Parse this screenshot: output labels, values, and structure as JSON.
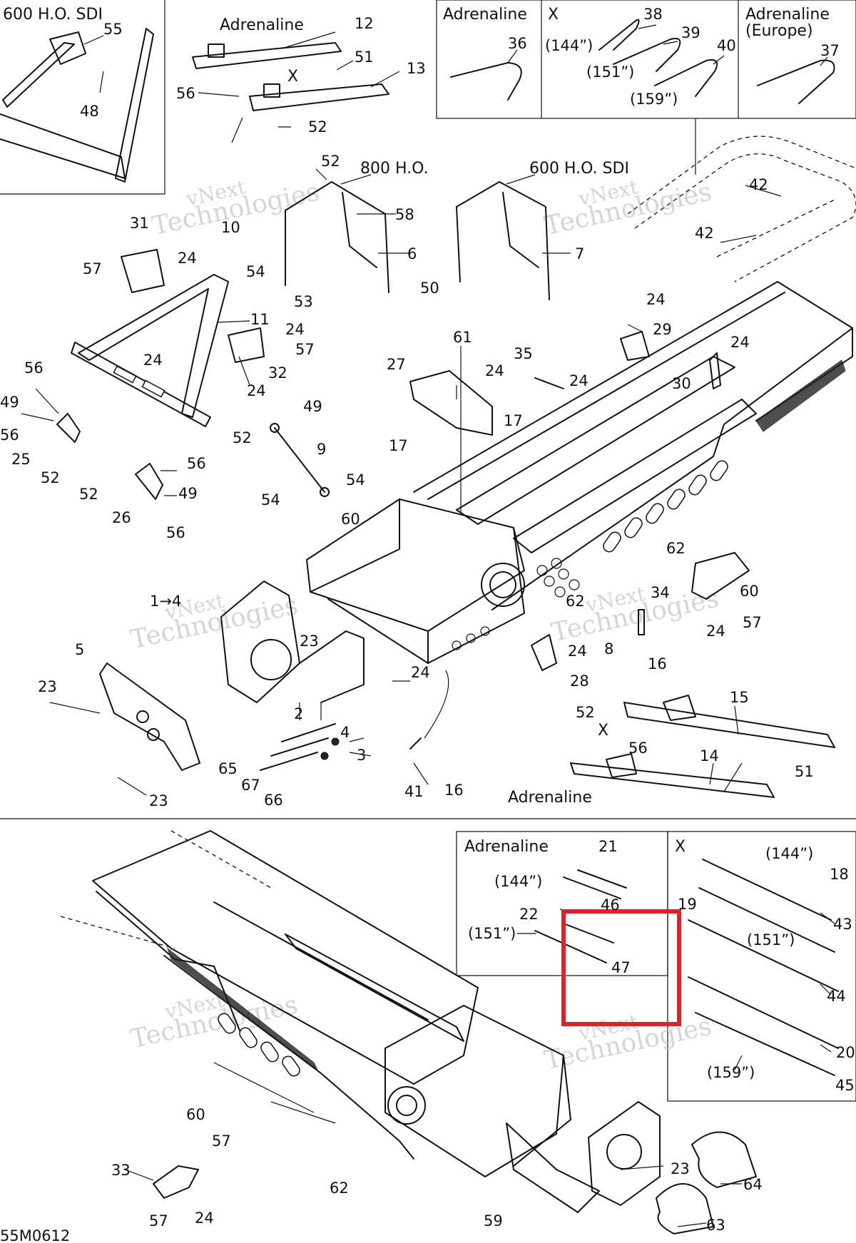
{
  "section_titles": {
    "sdi_600_top": "600 H.O. SDI",
    "adrenaline_top": "Adrenaline",
    "adrenaline_box": "Adrenaline",
    "x_box": "X",
    "adrenaline_europe_line1": "Adrenaline",
    "adrenaline_europe_line2": "(Europe)",
    "ho_800": "800 H.O.",
    "sdi_600_mid": "600 H.O. SDI",
    "adrenaline_bottom": "Adrenaline",
    "adrenaline_lower_box": "Adrenaline",
    "x_lower_box": "X"
  },
  "variant_markers": {
    "x_upper": "X",
    "x_lower": "X"
  },
  "sizes": {
    "s144_top": "(144”)",
    "s151_top": "(151”)",
    "s159_top": "(159”)",
    "s144_adr": "(144”)",
    "s151_adr": "(151”)",
    "s144_x": "(144”)",
    "s151_x": "(151”)",
    "s159_x": "(159”)"
  },
  "callouts": [
    {
      "id": "c55",
      "text": "55"
    },
    {
      "id": "c48",
      "text": "48"
    },
    {
      "id": "c12",
      "text": "12"
    },
    {
      "id": "c51a",
      "text": "51"
    },
    {
      "id": "c13",
      "text": "13"
    },
    {
      "id": "c56a",
      "text": "56"
    },
    {
      "id": "c52a",
      "text": "52"
    },
    {
      "id": "c36",
      "text": "36"
    },
    {
      "id": "c38",
      "text": "38"
    },
    {
      "id": "c39",
      "text": "39"
    },
    {
      "id": "c40",
      "text": "40"
    },
    {
      "id": "c37",
      "text": "37"
    },
    {
      "id": "c52b",
      "text": "52"
    },
    {
      "id": "c10",
      "text": "10"
    },
    {
      "id": "c58",
      "text": "58"
    },
    {
      "id": "c6",
      "text": "6"
    },
    {
      "id": "c54a",
      "text": "54"
    },
    {
      "id": "c53",
      "text": "53"
    },
    {
      "id": "c50",
      "text": "50"
    },
    {
      "id": "c7",
      "text": "7"
    },
    {
      "id": "c42a",
      "text": "42"
    },
    {
      "id": "c42b",
      "text": "42"
    },
    {
      "id": "c31",
      "text": "31"
    },
    {
      "id": "c57a",
      "text": "57"
    },
    {
      "id": "c24a",
      "text": "24"
    },
    {
      "id": "c11",
      "text": "11"
    },
    {
      "id": "c24b",
      "text": "24"
    },
    {
      "id": "c57b",
      "text": "57"
    },
    {
      "id": "c24c",
      "text": "24"
    },
    {
      "id": "c32",
      "text": "32"
    },
    {
      "id": "c24d",
      "text": "24"
    },
    {
      "id": "c24e",
      "text": "24"
    },
    {
      "id": "c29",
      "text": "29"
    },
    {
      "id": "c24f",
      "text": "24"
    },
    {
      "id": "c61",
      "text": "61"
    },
    {
      "id": "c27",
      "text": "27"
    },
    {
      "id": "c24g",
      "text": "24"
    },
    {
      "id": "c35",
      "text": "35"
    },
    {
      "id": "c24h",
      "text": "24"
    },
    {
      "id": "c30",
      "text": "30"
    },
    {
      "id": "c56b",
      "text": "56"
    },
    {
      "id": "c49a",
      "text": "49"
    },
    {
      "id": "c56c",
      "text": "56"
    },
    {
      "id": "c25",
      "text": "25"
    },
    {
      "id": "c52c",
      "text": "52"
    },
    {
      "id": "c49b",
      "text": "49"
    },
    {
      "id": "c52d",
      "text": "52"
    },
    {
      "id": "c9",
      "text": "9"
    },
    {
      "id": "c17a",
      "text": "17"
    },
    {
      "id": "c17b",
      "text": "17"
    },
    {
      "id": "c56d",
      "text": "56"
    },
    {
      "id": "c52e",
      "text": "52"
    },
    {
      "id": "c49c",
      "text": "49"
    },
    {
      "id": "c26",
      "text": "26"
    },
    {
      "id": "c56e",
      "text": "56"
    },
    {
      "id": "c54b",
      "text": "54"
    },
    {
      "id": "c54c",
      "text": "54"
    },
    {
      "id": "c60a",
      "text": "60"
    },
    {
      "id": "c62a",
      "text": "62"
    },
    {
      "id": "c34",
      "text": "34"
    },
    {
      "id": "c60b",
      "text": "60"
    },
    {
      "id": "c57c",
      "text": "57"
    },
    {
      "id": "c24i",
      "text": "24"
    },
    {
      "id": "c1_4",
      "text": "1→4"
    },
    {
      "id": "c23a",
      "text": "23"
    },
    {
      "id": "c5",
      "text": "5"
    },
    {
      "id": "c62b",
      "text": "62"
    },
    {
      "id": "c8",
      "text": "8"
    },
    {
      "id": "c16a",
      "text": "16"
    },
    {
      "id": "c24j",
      "text": "24"
    },
    {
      "id": "c28",
      "text": "28"
    },
    {
      "id": "c24k",
      "text": "24"
    },
    {
      "id": "c23b",
      "text": "23"
    },
    {
      "id": "c2",
      "text": "2"
    },
    {
      "id": "c4",
      "text": "4"
    },
    {
      "id": "c3",
      "text": "3"
    },
    {
      "id": "c65",
      "text": "65"
    },
    {
      "id": "c67",
      "text": "67"
    },
    {
      "id": "c66",
      "text": "66"
    },
    {
      "id": "c23c",
      "text": "23"
    },
    {
      "id": "c15",
      "text": "15"
    },
    {
      "id": "c52f",
      "text": "52"
    },
    {
      "id": "c56f",
      "text": "56"
    },
    {
      "id": "c14",
      "text": "14"
    },
    {
      "id": "c51b",
      "text": "51"
    },
    {
      "id": "c41",
      "text": "41"
    },
    {
      "id": "c16b",
      "text": "16"
    },
    {
      "id": "c21",
      "text": "21"
    },
    {
      "id": "c46",
      "text": "46"
    },
    {
      "id": "c22",
      "text": "22"
    },
    {
      "id": "c47",
      "text": "47"
    },
    {
      "id": "c18",
      "text": "18"
    },
    {
      "id": "c19",
      "text": "19"
    },
    {
      "id": "c43",
      "text": "43"
    },
    {
      "id": "c44",
      "text": "44"
    },
    {
      "id": "c20",
      "text": "20"
    },
    {
      "id": "c45",
      "text": "45"
    },
    {
      "id": "c60c",
      "text": "60"
    },
    {
      "id": "c57d",
      "text": "57"
    },
    {
      "id": "c33",
      "text": "33"
    },
    {
      "id": "c57e",
      "text": "57"
    },
    {
      "id": "c24l",
      "text": "24"
    },
    {
      "id": "c62c",
      "text": "62"
    },
    {
      "id": "c59",
      "text": "59"
    },
    {
      "id": "c23d",
      "text": "23"
    },
    {
      "id": "c64",
      "text": "64"
    },
    {
      "id": "c63",
      "text": "63"
    }
  ],
  "watermark": {
    "line1": "vNext",
    "line2": "Technologies"
  },
  "figure_code": "55M0612",
  "highlight_color": "#e0202a"
}
